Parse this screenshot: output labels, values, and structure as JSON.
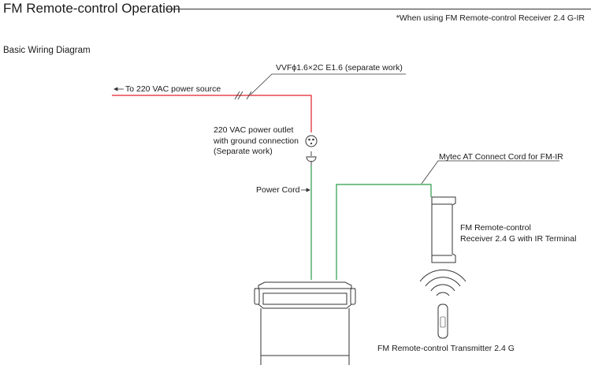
{
  "header": {
    "title": "FM Remote-control Operation",
    "note": "*When using FM Remote-control Receiver 2.4 G-IR"
  },
  "diagram": {
    "heading": "Basic Wiring Diagram",
    "cable_spec": "VVFϕ1.6×2C E1.6 (separate work)",
    "power_source": "To 220 VAC power source",
    "outlet_lines": [
      "220 VAC power outlet",
      "with ground connection",
      "(Separate work)"
    ],
    "power_cord": "Power Cord",
    "connect_cord": "Mytec AT Connect Cord for FM-IR",
    "receiver_lines": [
      "FM Remote-control",
      "Receiver 2.4 G with IR Terminal"
    ],
    "transmitter": "FM Remote-control Transmitter 2.4 G",
    "colors": {
      "power_line": "#e0202a",
      "signal_line": "#2a9a48",
      "outline": "#333333"
    }
  }
}
